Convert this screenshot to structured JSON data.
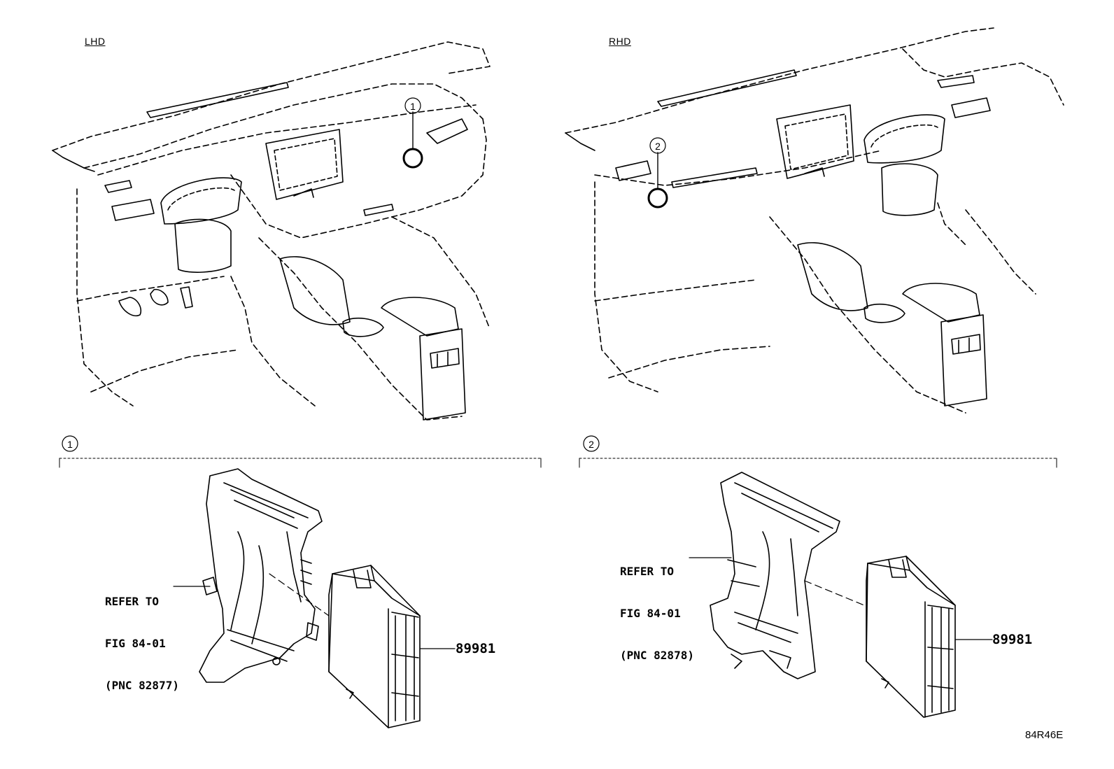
{
  "views": {
    "lhd": {
      "label": "LHD",
      "marker": "1",
      "detail_marker": "1",
      "refer": {
        "line1": "REFER TO",
        "line2": "FIG 84-01",
        "line3": "(PNC 82877)"
      },
      "part_number": "89981"
    },
    "rhd": {
      "label": "RHD",
      "marker": "2",
      "detail_marker": "2",
      "refer": {
        "line1": "REFER TO",
        "line2": "FIG 84-01",
        "line3": "(PNC 82878)"
      },
      "part_number": "89981"
    }
  },
  "illustration_code": "84R46E"
}
